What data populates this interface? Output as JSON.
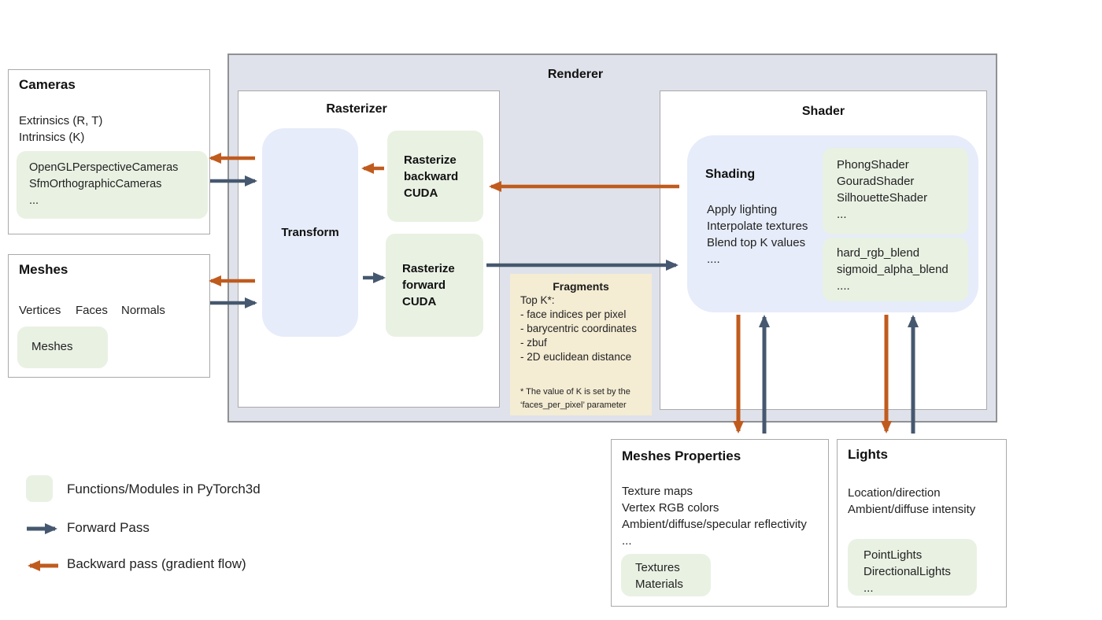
{
  "cameras": {
    "title": "Cameras",
    "lines": [
      "Extrinsics (R, T)",
      "Intrinsics (K)"
    ],
    "module_lines": [
      "OpenGLPerspectiveCameras",
      "SfmOrthographicCameras",
      "..."
    ]
  },
  "meshes": {
    "title": "Meshes",
    "fields": [
      "Vertices",
      "Faces",
      "Normals"
    ],
    "module_lines": [
      "Meshes"
    ]
  },
  "renderer": {
    "title": "Renderer"
  },
  "rasterizer": {
    "title": "Rasterizer",
    "transform_label": "Transform",
    "backward_lines": [
      "Rasterize",
      "backward",
      "CUDA"
    ],
    "forward_lines": [
      "Rasterize",
      "forward",
      "CUDA"
    ]
  },
  "fragments": {
    "title": "Fragments",
    "lines": [
      "Top K*:",
      "- face indices per pixel",
      "- barycentric coordinates",
      "- zbuf",
      "- 2D euclidean distance"
    ],
    "footnote_lines": [
      "* The value of K is set by the",
      "‘faces_per_pixel’ parameter"
    ]
  },
  "shader": {
    "title": "Shader",
    "shading_title": "Shading",
    "shading_lines": [
      "Apply lighting",
      "Interpolate textures",
      "Blend top K values",
      "...."
    ],
    "shader_modules": [
      "PhongShader",
      "GouradShader",
      "SilhouetteShader",
      "..."
    ],
    "blend_modules": [
      "hard_rgb_blend",
      "sigmoid_alpha_blend",
      "...."
    ]
  },
  "meshes_properties": {
    "title": "Meshes Properties",
    "lines": [
      "Texture maps",
      "Vertex RGB colors",
      "Ambient/diffuse/specular reflectivity",
      "..."
    ],
    "module_lines": [
      "Textures",
      "Materials"
    ]
  },
  "lights": {
    "title": "Lights",
    "lines": [
      "Location/direction",
      "Ambient/diffuse intensity"
    ],
    "module_lines": [
      "PointLights",
      "DirectionalLights",
      "..."
    ]
  },
  "legend": {
    "module_label": "Functions/Modules in PyTorch3d",
    "forward_label": "Forward Pass",
    "backward_label": "Backward pass (gradient flow)"
  },
  "colors": {
    "module_green": "#e9f1e3",
    "panel_blue": "#e6ecf9",
    "renderer_gray": "#dfe2ea",
    "fragments_tan": "#f4ecd3",
    "forward_arrow": "#46586f",
    "backward_arrow": "#c05b1e",
    "box_border": "#a9a9a9",
    "renderer_border": "#8f9193"
  }
}
